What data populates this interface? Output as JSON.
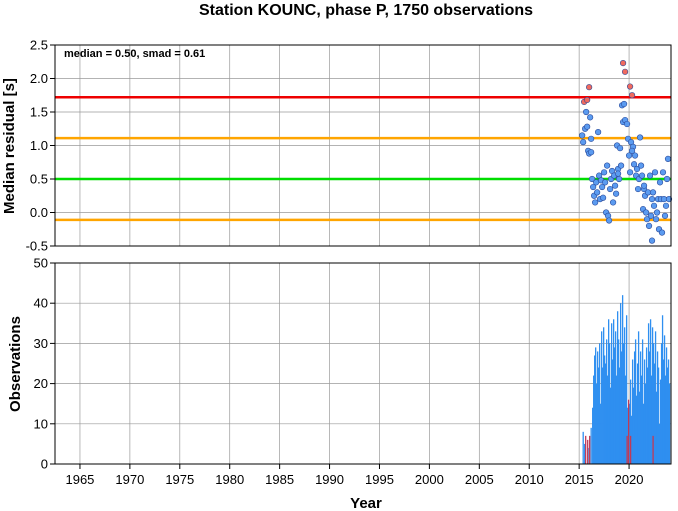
{
  "title": "Station KOUNC, phase P, 1750 observations",
  "chart_data": [
    {
      "type": "scatter",
      "ylabel": "Median residual [s]",
      "annotation": "median = 0.50, smad = 0.61",
      "xlim": [
        1962.5,
        2024.2
      ],
      "ylim": [
        -0.5,
        2.5
      ],
      "yticks": [
        "2.5",
        "2.0",
        "1.5",
        "1.0",
        "0.5",
        "0.0",
        "-0.5"
      ],
      "ytick_values": [
        2.5,
        2.0,
        1.5,
        1.0,
        0.5,
        0.0,
        -0.5
      ],
      "grid": true,
      "reference_lines": [
        {
          "y": 1.72,
          "color": "#ee0000"
        },
        {
          "y": 1.11,
          "color": "#ffa500"
        },
        {
          "y": 0.5,
          "color": "#00dd00"
        },
        {
          "y": -0.11,
          "color": "#ffa500"
        }
      ],
      "series": [
        {
          "color": "#5b9bf0",
          "points": [
            [
              2015.3,
              1.15
            ],
            [
              2015.4,
              1.05
            ],
            [
              2015.6,
              1.25
            ],
            [
              2015.7,
              1.5
            ],
            [
              2015.8,
              1.28
            ],
            [
              2015.9,
              0.92
            ],
            [
              2016.0,
              0.88
            ],
            [
              2016.1,
              1.42
            ],
            [
              2016.2,
              1.1
            ],
            [
              2016.3,
              0.5
            ],
            [
              2016.4,
              0.38
            ],
            [
              2016.5,
              0.25
            ],
            [
              2016.6,
              0.15
            ],
            [
              2016.7,
              0.45
            ],
            [
              2016.8,
              0.3
            ],
            [
              2016.9,
              1.2
            ],
            [
              2017.0,
              0.55
            ],
            [
              2017.1,
              0.2
            ],
            [
              2017.2,
              0.48
            ],
            [
              2017.3,
              0.38
            ],
            [
              2017.4,
              0.22
            ],
            [
              2017.5,
              0.6
            ],
            [
              2017.6,
              0.45
            ],
            [
              2017.7,
              0.0
            ],
            [
              2017.8,
              0.7
            ],
            [
              2017.9,
              -0.05
            ],
            [
              2018.0,
              -0.12
            ],
            [
              2018.1,
              0.35
            ],
            [
              2018.2,
              0.5
            ],
            [
              2018.3,
              0.62
            ],
            [
              2018.4,
              0.15
            ],
            [
              2018.5,
              0.55
            ],
            [
              2018.6,
              0.4
            ],
            [
              2018.7,
              0.28
            ],
            [
              2018.8,
              1.0
            ],
            [
              2018.9,
              0.65
            ],
            [
              2019.0,
              0.5
            ],
            [
              2019.1,
              0.96
            ],
            [
              2019.2,
              0.7
            ],
            [
              2019.3,
              1.6
            ],
            [
              2019.4,
              1.35
            ],
            [
              2019.5,
              1.62
            ],
            [
              2019.6,
              1.38
            ],
            [
              2019.8,
              1.32
            ],
            [
              2019.9,
              1.1
            ],
            [
              2020.0,
              0.85
            ],
            [
              2020.1,
              0.6
            ],
            [
              2020.2,
              1.05
            ],
            [
              2020.4,
              0.98
            ],
            [
              2020.5,
              0.72
            ],
            [
              2020.6,
              0.85
            ],
            [
              2020.7,
              0.55
            ],
            [
              2020.8,
              0.65
            ],
            [
              2020.9,
              0.35
            ],
            [
              2021.0,
              0.5
            ],
            [
              2021.1,
              1.12
            ],
            [
              2021.2,
              0.7
            ],
            [
              2021.3,
              0.55
            ],
            [
              2021.4,
              0.05
            ],
            [
              2021.5,
              0.35
            ],
            [
              2021.6,
              0.25
            ],
            [
              2021.7,
              0.0
            ],
            [
              2021.8,
              -0.1
            ],
            [
              2021.9,
              0.3
            ],
            [
              2022.0,
              -0.2
            ],
            [
              2022.1,
              0.55
            ],
            [
              2022.2,
              -0.05
            ],
            [
              2022.3,
              0.2
            ],
            [
              2022.4,
              0.3
            ],
            [
              2022.5,
              0.1
            ],
            [
              2022.6,
              0.6
            ],
            [
              2022.7,
              -0.1
            ],
            [
              2022.8,
              0.0
            ],
            [
              2022.9,
              0.2
            ],
            [
              2023.0,
              -0.25
            ],
            [
              2023.1,
              0.45
            ],
            [
              2023.2,
              0.2
            ],
            [
              2023.3,
              -0.3
            ],
            [
              2023.4,
              0.6
            ],
            [
              2023.5,
              0.2
            ],
            [
              2023.6,
              -0.05
            ],
            [
              2023.7,
              0.1
            ],
            [
              2023.8,
              0.5
            ],
            [
              2023.9,
              0.8
            ],
            [
              2024.0,
              0.2
            ],
            [
              2016.2,
              0.9
            ],
            [
              2018.9,
              0.58
            ],
            [
              2020.3,
              0.92
            ],
            [
              2021.5,
              0.4
            ],
            [
              2022.3,
              -0.42
            ]
          ]
        },
        {
          "color": "#f06a5f",
          "points": [
            [
              2015.5,
              1.65
            ],
            [
              2015.8,
              1.68
            ],
            [
              2016.0,
              1.87
            ],
            [
              2019.4,
              2.23
            ],
            [
              2019.6,
              2.1
            ],
            [
              2020.1,
              1.88
            ],
            [
              2020.3,
              1.75
            ]
          ]
        }
      ]
    },
    {
      "type": "bar",
      "ylabel": "Observations",
      "xlabel": "Year",
      "xlim": [
        1962.5,
        2024.2
      ],
      "ylim": [
        0,
        50
      ],
      "xticks": [
        "1965",
        "1970",
        "1975",
        "1980",
        "1985",
        "1990",
        "1995",
        "2000",
        "2005",
        "2010",
        "2015",
        "2020"
      ],
      "xtick_values": [
        1965,
        1970,
        1975,
        1980,
        1985,
        1990,
        1995,
        2000,
        2005,
        2010,
        2015,
        2020
      ],
      "yticks": [
        "50",
        "40",
        "30",
        "20",
        "10",
        "0"
      ],
      "ytick_values": [
        50,
        40,
        30,
        20,
        10,
        0
      ],
      "grid": true,
      "series": [
        {
          "color": "#2f8ff0",
          "bars": [
            [
              2015.4,
              8
            ],
            [
              2015.55,
              5
            ],
            [
              2015.9,
              4
            ],
            [
              2016.2,
              9
            ],
            [
              2016.35,
              14
            ],
            [
              2016.45,
              22
            ],
            [
              2016.55,
              27
            ],
            [
              2016.65,
              29
            ],
            [
              2016.75,
              20
            ],
            [
              2016.85,
              28
            ],
            [
              2016.95,
              24
            ],
            [
              2017.05,
              30
            ],
            [
              2017.15,
              15
            ],
            [
              2017.25,
              33
            ],
            [
              2017.35,
              24
            ],
            [
              2017.45,
              34
            ],
            [
              2017.55,
              27
            ],
            [
              2017.65,
              25
            ],
            [
              2017.75,
              31
            ],
            [
              2017.85,
              22
            ],
            [
              2017.95,
              36
            ],
            [
              2018.05,
              30
            ],
            [
              2018.15,
              19
            ],
            [
              2018.25,
              35
            ],
            [
              2018.35,
              26
            ],
            [
              2018.45,
              36
            ],
            [
              2018.55,
              29
            ],
            [
              2018.65,
              33
            ],
            [
              2018.75,
              22
            ],
            [
              2018.85,
              38
            ],
            [
              2018.95,
              31
            ],
            [
              2019.05,
              24
            ],
            [
              2019.15,
              40
            ],
            [
              2019.25,
              28
            ],
            [
              2019.35,
              42
            ],
            [
              2019.45,
              30
            ],
            [
              2019.55,
              34
            ],
            [
              2019.65,
              22
            ],
            [
              2019.75,
              37
            ],
            [
              2019.85,
              14
            ],
            [
              2020.05,
              15
            ],
            [
              2020.15,
              21
            ],
            [
              2020.25,
              12
            ],
            [
              2020.35,
              26
            ],
            [
              2020.45,
              19
            ],
            [
              2020.55,
              28
            ],
            [
              2020.65,
              31
            ],
            [
              2020.75,
              17
            ],
            [
              2020.85,
              25
            ],
            [
              2020.95,
              33
            ],
            [
              2021.05,
              18
            ],
            [
              2021.15,
              28
            ],
            [
              2021.25,
              22
            ],
            [
              2021.35,
              31
            ],
            [
              2021.45,
              15
            ],
            [
              2021.55,
              26
            ],
            [
              2021.65,
              20
            ],
            [
              2021.75,
              29
            ],
            [
              2021.85,
              24
            ],
            [
              2021.95,
              35
            ],
            [
              2022.05,
              28
            ],
            [
              2022.15,
              36
            ],
            [
              2022.25,
              22
            ],
            [
              2022.35,
              34
            ],
            [
              2022.45,
              30
            ],
            [
              2022.55,
              25
            ],
            [
              2022.65,
              33
            ],
            [
              2022.75,
              18
            ],
            [
              2022.85,
              28
            ],
            [
              2022.95,
              24
            ],
            [
              2023.05,
              10
            ],
            [
              2023.15,
              21
            ],
            [
              2023.25,
              30
            ],
            [
              2023.35,
              37
            ],
            [
              2023.45,
              26
            ],
            [
              2023.55,
              32
            ],
            [
              2023.65,
              22
            ],
            [
              2023.75,
              29
            ],
            [
              2023.85,
              24
            ],
            [
              2023.95,
              26
            ],
            [
              2024.05,
              20
            ]
          ]
        },
        {
          "color": "#c03a56",
          "bars": [
            [
              2015.65,
              7
            ],
            [
              2015.85,
              6
            ],
            [
              2016.05,
              7
            ],
            [
              2019.8,
              7
            ],
            [
              2019.95,
              16
            ],
            [
              2020.15,
              7
            ],
            [
              2022.4,
              7
            ]
          ]
        }
      ]
    }
  ]
}
